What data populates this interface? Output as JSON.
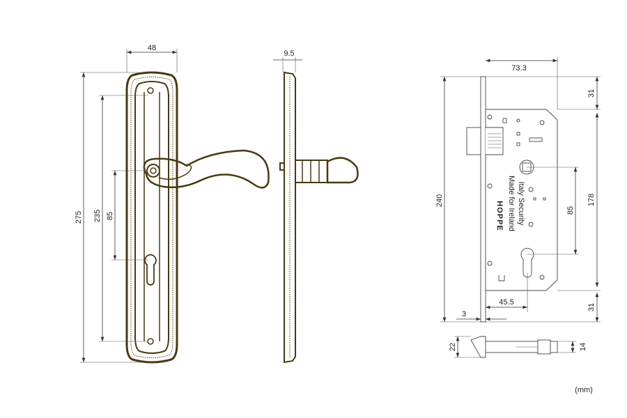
{
  "units": "(mm)",
  "handle_front": {
    "width": "48",
    "height": "275",
    "screw_spacing": "235",
    "handle_to_key": "85"
  },
  "handle_side": {
    "thickness": "9.5"
  },
  "lock_body": {
    "backset_depth": "73.3",
    "faceplate_length": "240",
    "case_height": "178",
    "top_offset": "31",
    "bottom_offset": "31",
    "center_distance": "85",
    "backset": "45.5",
    "faceplate_thickness": "3",
    "brand": "HOPPE",
    "label_line1": "Made for Ireland",
    "label_line2": "Italy Security"
  },
  "bottom_view": {
    "faceplate_width": "22",
    "case_thickness": "14"
  },
  "colors": {
    "handle": "#4a3810",
    "lines": "#333333"
  }
}
